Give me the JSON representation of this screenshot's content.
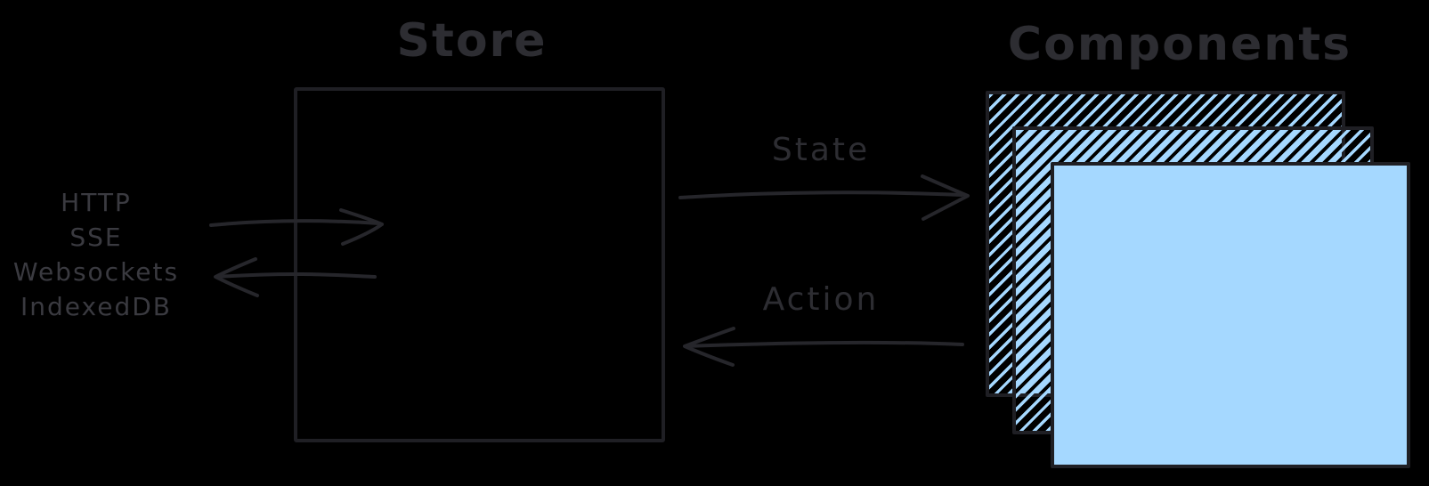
{
  "diagram": {
    "background": "#000000",
    "stroke": "#26262b",
    "stroke_dark": "#1f1f24",
    "ink": "#2d2d32",
    "ink_soft": "#3a3a40",
    "accent_blue": "#a5d8ff"
  },
  "store": {
    "title": "Store"
  },
  "components": {
    "title": "Components"
  },
  "transports": {
    "items": [
      "HTTP",
      "SSE",
      "Websockets",
      "IndexedDB"
    ]
  },
  "flows": {
    "state": "State",
    "action": "Action"
  }
}
